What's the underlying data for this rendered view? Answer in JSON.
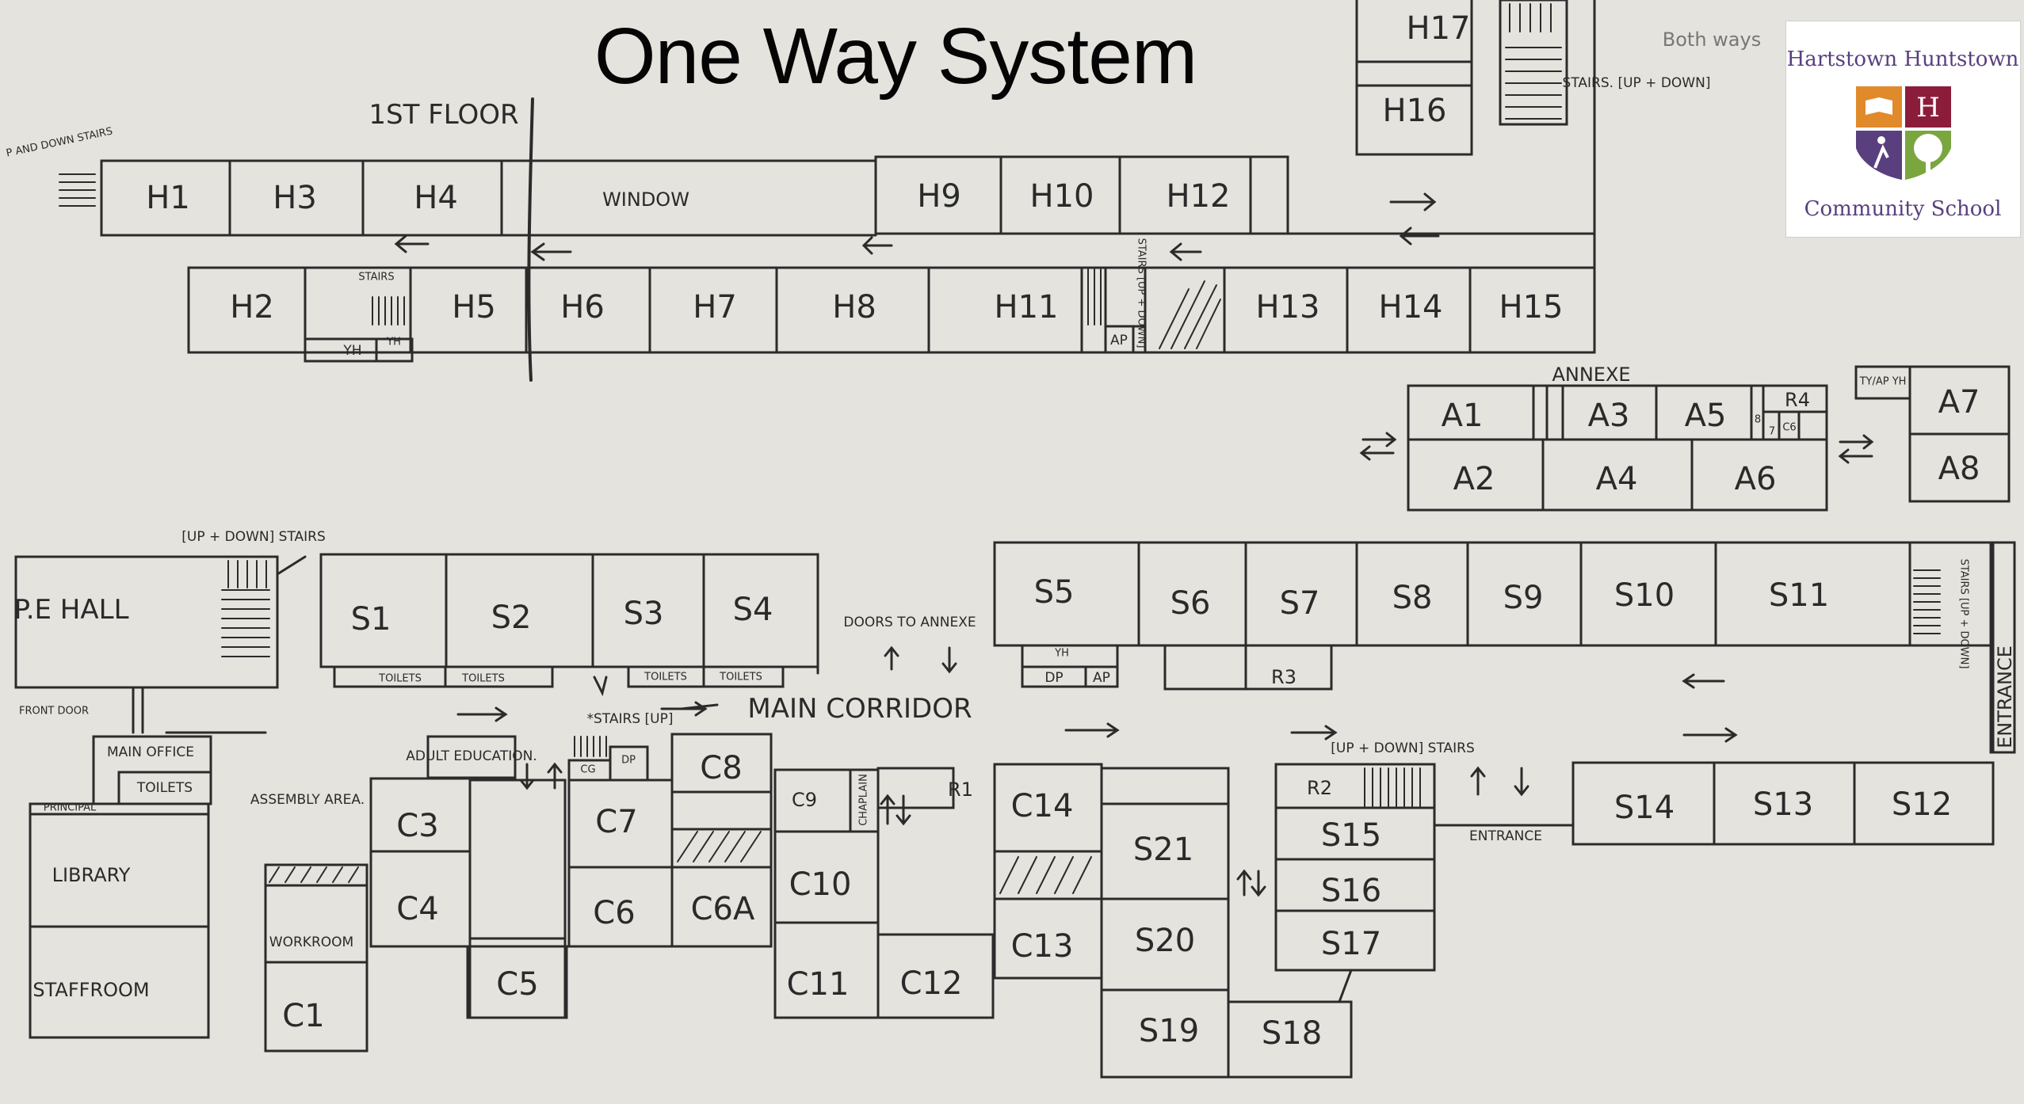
{
  "header": {
    "title": "One Way System",
    "floor_label": "1ST FLOOR",
    "both_ways_note": "Both ways"
  },
  "logo": {
    "school_name_top": "Hartstown Huntstown",
    "school_name_bottom": "Community School",
    "letter": "H",
    "colors": {
      "orange": "#e08a2b",
      "maroon": "#8b1d3b",
      "purple": "#5a3f7f",
      "green": "#7aa640"
    }
  },
  "first_floor": {
    "row1": [
      "H1",
      "H3",
      "H4",
      "WINDOW",
      "H9",
      "H10",
      "H12",
      "H16",
      "H17"
    ],
    "row2": [
      "H2",
      "H5",
      "H6",
      "H7",
      "H8",
      "H11",
      "H13",
      "H14",
      "H15"
    ],
    "small": [
      "YH",
      "YH",
      "AP"
    ],
    "stairs": [
      "STAIRS",
      "STAIRS [UP + DOWN]",
      "STAIRS. [UP + DOWN]",
      "P AND DOWN STAIRS"
    ]
  },
  "annexe": {
    "label": "ANNEXE",
    "rooms_top": [
      "A1",
      "A3",
      "A5",
      "R4",
      "A7"
    ],
    "rooms_bottom": [
      "A2",
      "A4",
      "A6",
      "A8"
    ],
    "small": [
      "8",
      "7",
      "C6",
      "TY/AP YH"
    ]
  },
  "ground_floor": {
    "corridor_label": "MAIN CORRIDOR",
    "doors_to_annexe": "DOORS TO ANNEXE",
    "entrance": "ENTRANCE",
    "entrance_side": "ENTRANCE",
    "front_door": "FRONT DOOR",
    "stairs_up_down": "[UP + DOWN] STAIRS",
    "stairs_up": "*STAIRS [UP]",
    "stairs_right": "[UP + DOWN] STAIRS",
    "stairs_east": "STAIRS [UP + DOWN]",
    "pe_hall": "P.E HALL",
    "s_row": [
      "S1",
      "S2",
      "S3",
      "S4",
      "S5",
      "S6",
      "S7",
      "S8",
      "S9",
      "S10",
      "S11"
    ],
    "toilets": [
      "TOILETS",
      "TOILETS",
      "TOILETS",
      "TOILETS"
    ],
    "admin": [
      "MAIN OFFICE",
      "TOILETS",
      "PRINCIPAL",
      "LIBRARY",
      "STAFFROOM",
      "WORKROOM",
      "ASSEMBLY AREA.",
      "ADULT EDUCATION."
    ],
    "c_rooms": [
      "C1",
      "C3",
      "C4",
      "C5",
      "C6",
      "C6A",
      "C7",
      "C8",
      "C9",
      "C10",
      "C11",
      "C12",
      "C13",
      "C14",
      "CHAPLAIN",
      "CG",
      "DP"
    ],
    "small_rooms": [
      "YH",
      "DP",
      "AP",
      "R3",
      "R1",
      "R2"
    ],
    "s_south": [
      "S12",
      "S13",
      "S14",
      "S15",
      "S16",
      "S17",
      "S18",
      "S19",
      "S20",
      "S21"
    ]
  }
}
